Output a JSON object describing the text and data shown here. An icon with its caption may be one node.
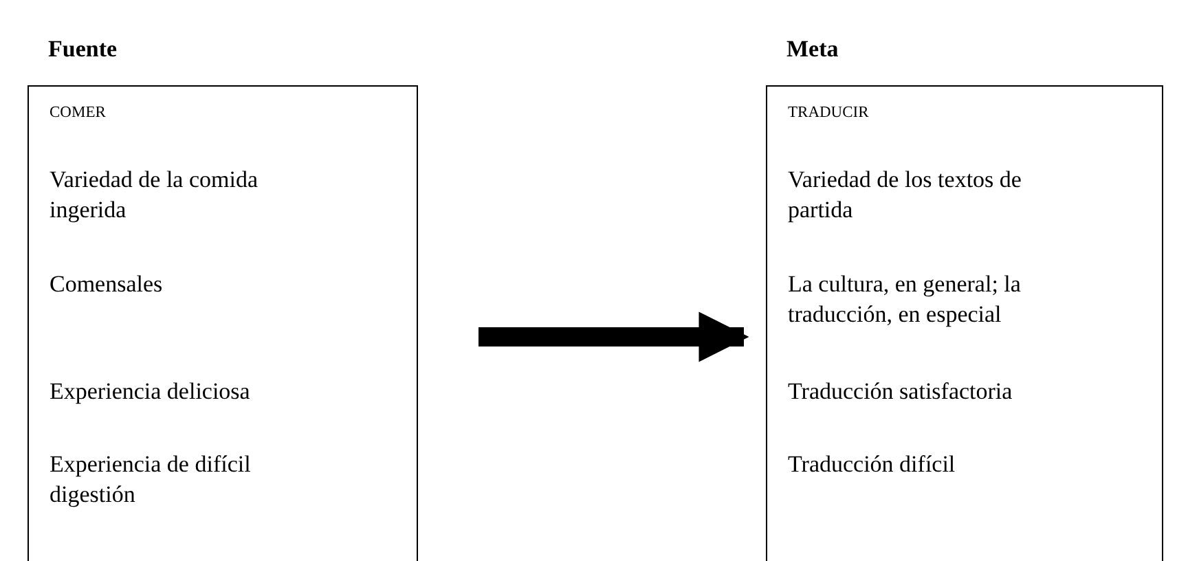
{
  "diagram": {
    "nodes": [
      {
        "text": [
          "Fuente",
          "COMER",
          "Variedad de la comida ingerida",
          "Comensales",
          "Experiencia deliciosa",
          "Experiencia de difícil digestión"
        ]
      },
      {
        "text": [
          "Meta",
          "TRADUCIR",
          "Variedad de los textos de partida",
          "La cultura, en general; la traducción, en especial",
          "Traducción satisfactoria",
          "Traducción difícil"
        ]
      }
    ],
    "edges": [
      {
        "from": 0,
        "to": 1,
        "arrow": "to"
      }
    ]
  }
}
